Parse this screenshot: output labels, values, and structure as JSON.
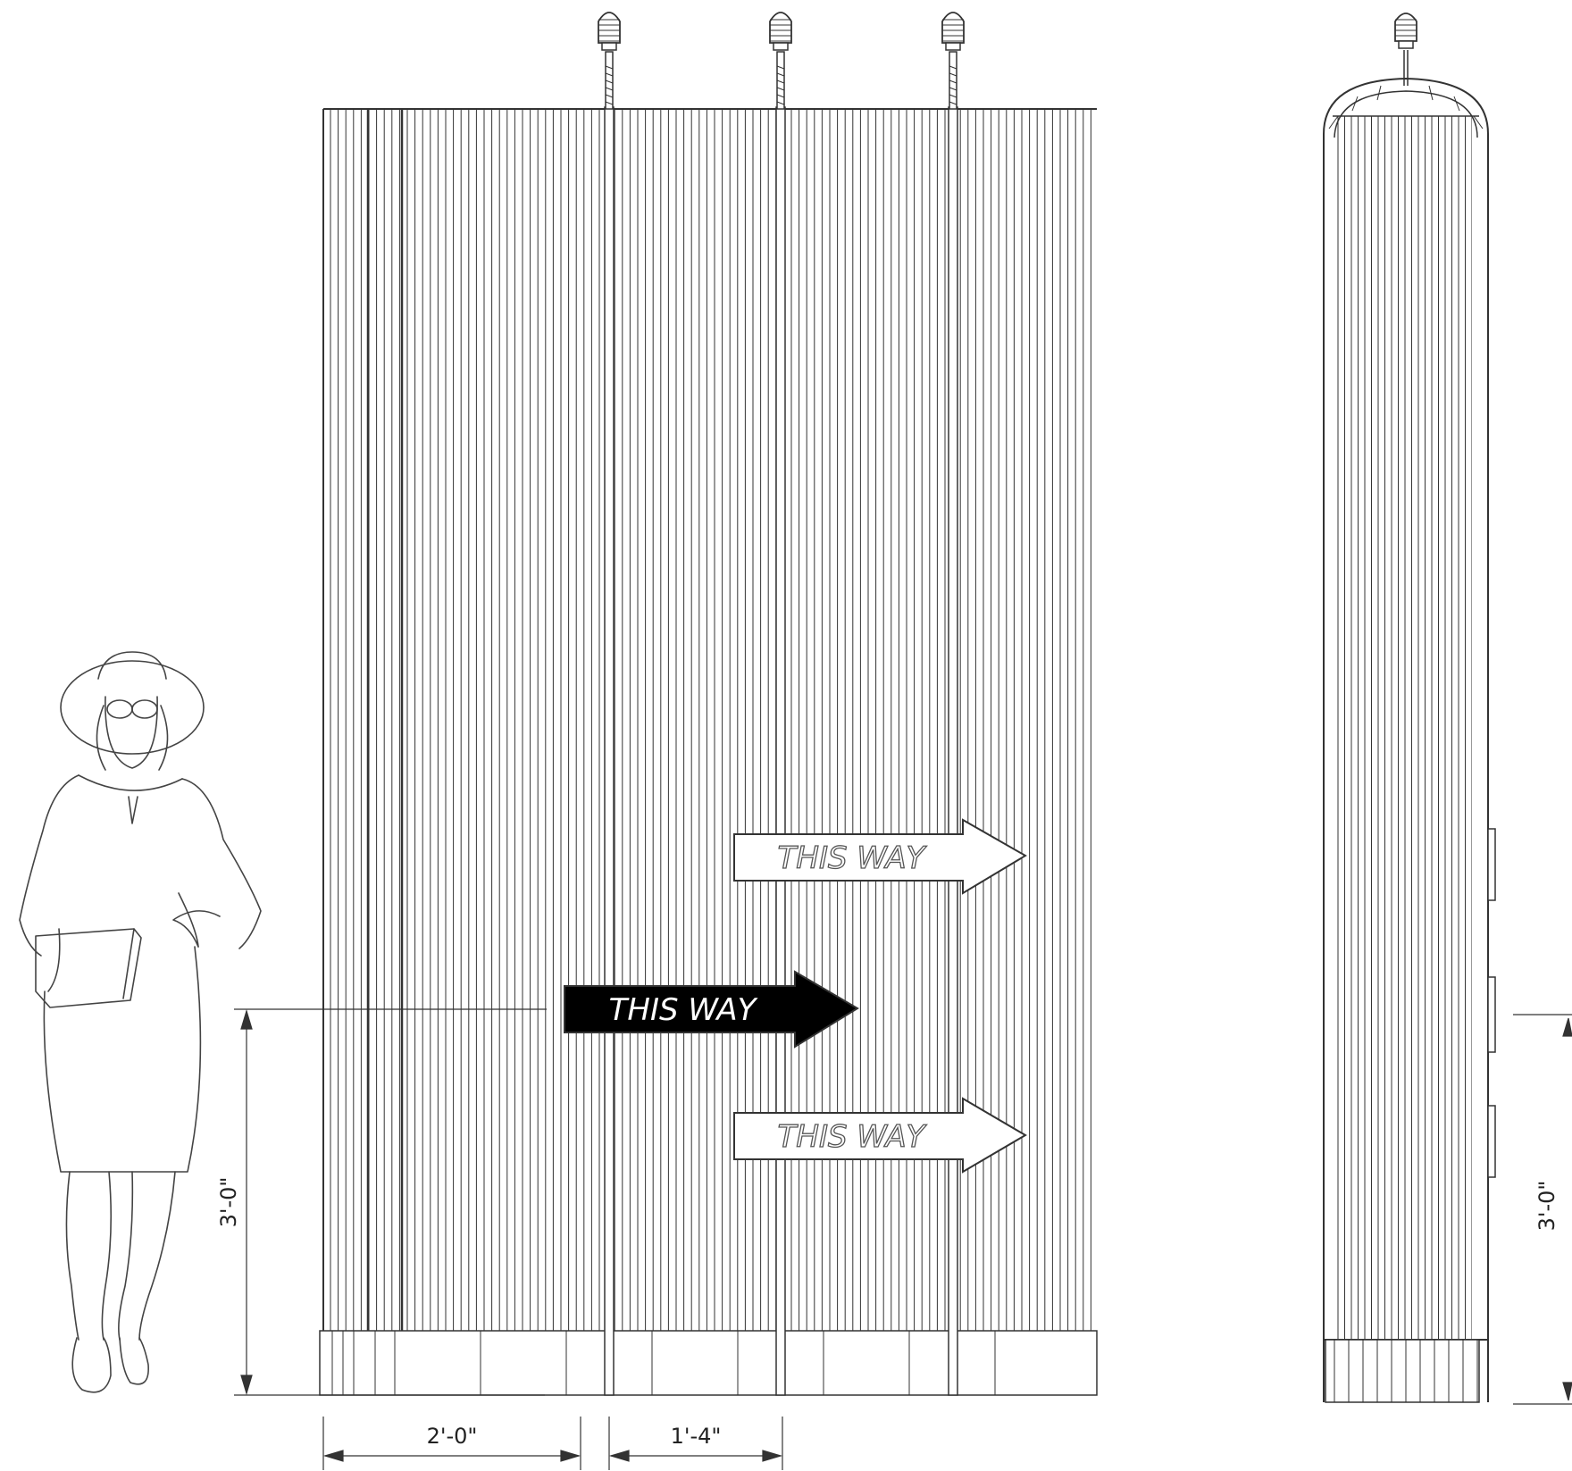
{
  "signs": {
    "top": "THIS WAY",
    "middle": "THIS WAY",
    "bottom": "THIS WAY"
  },
  "dimensions": {
    "front_height": "3'-0\"",
    "width_a": "2'-0\"",
    "width_b": "1'-4\"",
    "side_height": "3'-0\""
  },
  "colors": {
    "line": "#333333",
    "sign_fill_dark": "#000000",
    "sign_text_light": "#ffffff",
    "background": "#ffffff"
  }
}
